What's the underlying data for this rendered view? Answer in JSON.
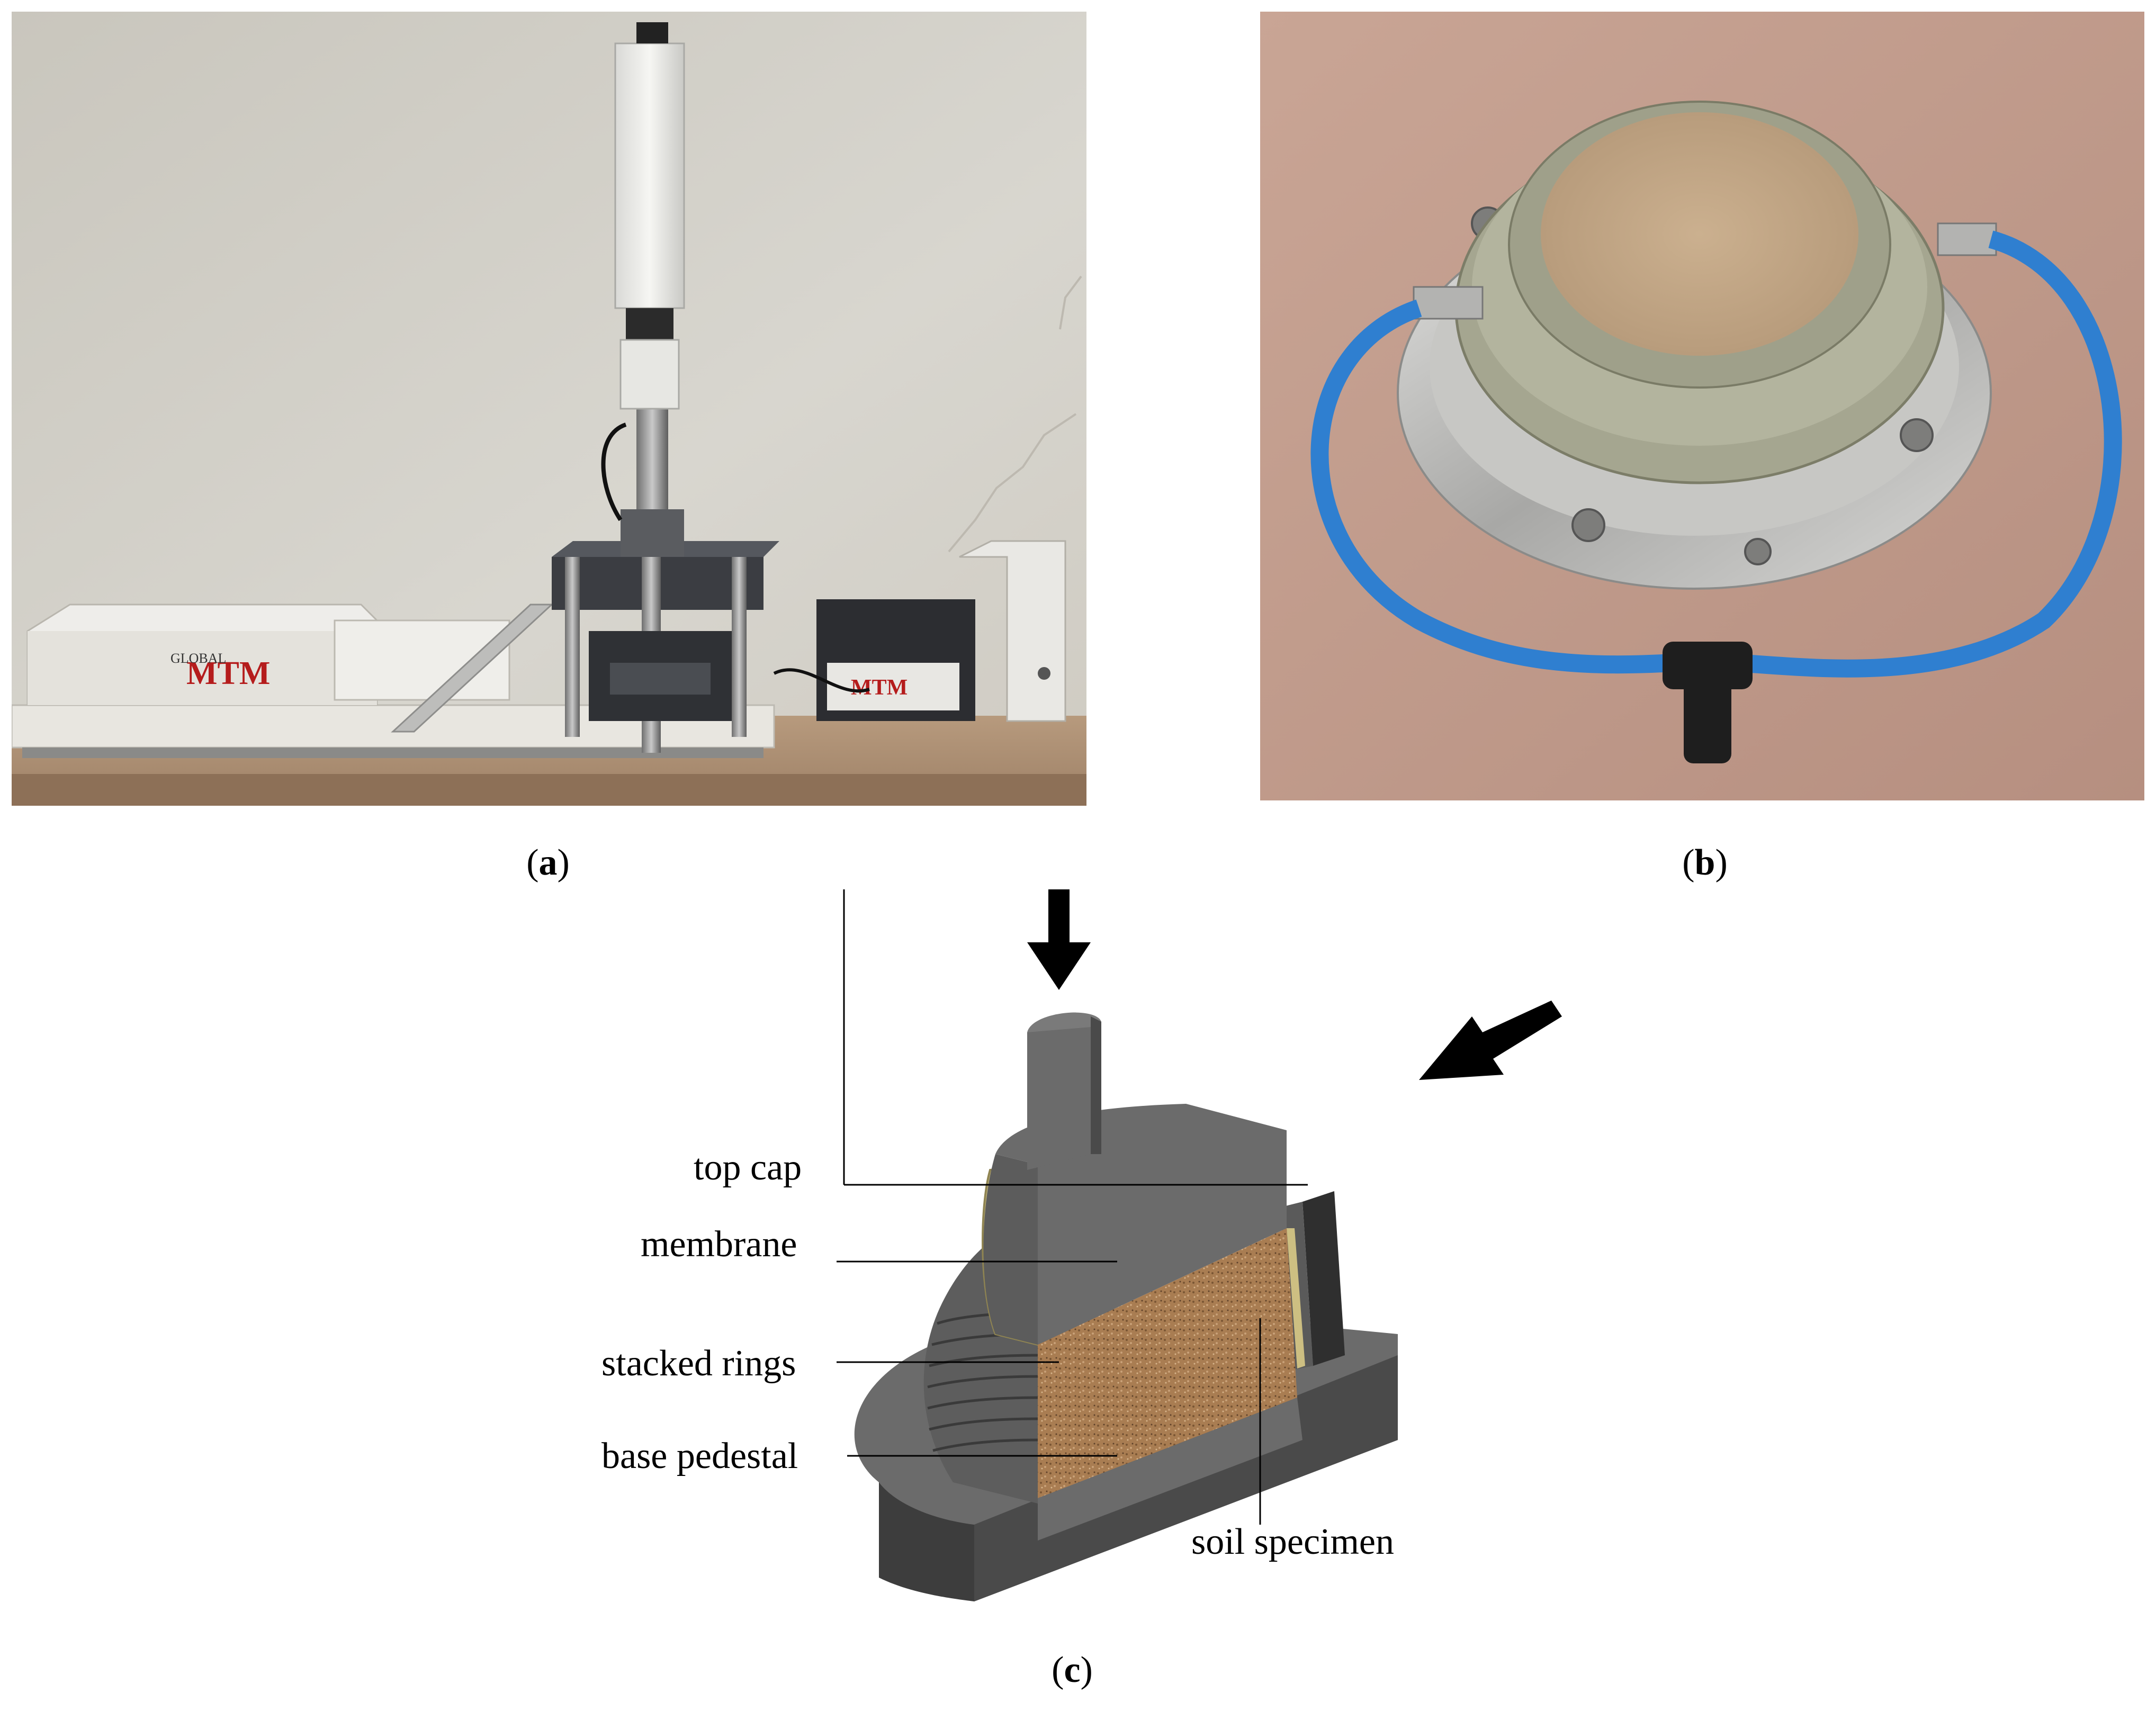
{
  "panels": {
    "a": {
      "caption_open": "(",
      "caption_letter": "a",
      "caption_close": ")"
    },
    "b": {
      "caption_open": "(",
      "caption_letter": "b",
      "caption_close": ")"
    },
    "c": {
      "caption_open": "(",
      "caption_letter": "c",
      "caption_close": ")"
    }
  },
  "photo_a": {
    "brand_logo": "MTM",
    "brand_small": "GLOBAL",
    "controller_logo": "MTM"
  },
  "diagram_c": {
    "labels": {
      "top_cap": "top cap",
      "membrane": "membrane",
      "stacked_rings": "stacked rings",
      "base_pedestal": "base pedestal",
      "soil_specimen": "soil specimen"
    },
    "colors": {
      "gray_face": "#6b6b6b",
      "gray_dark": "#3c3c3c",
      "membrane": "#cdbf82",
      "soil": "#a97d52"
    }
  }
}
